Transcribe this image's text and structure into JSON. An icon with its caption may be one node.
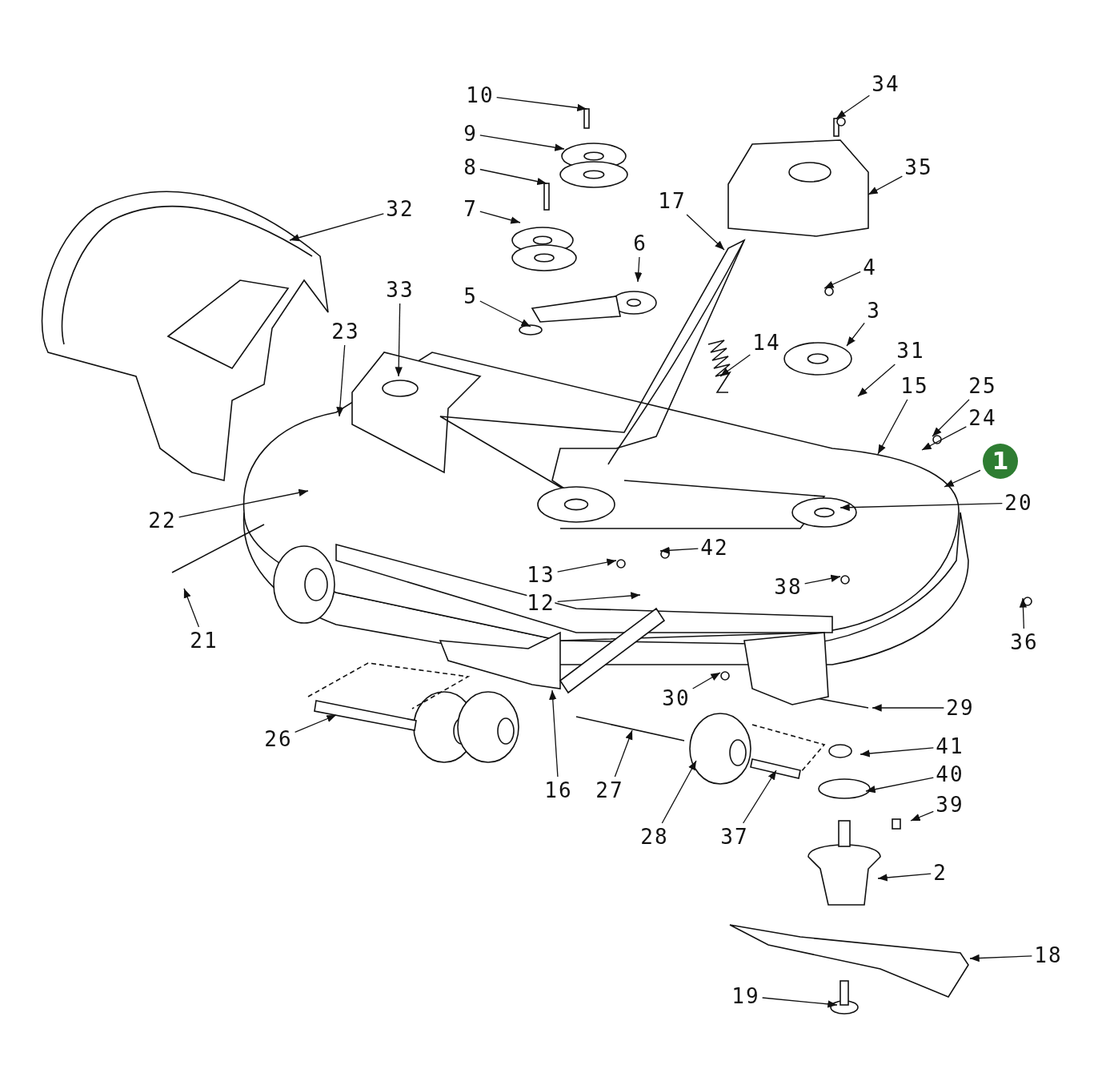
{
  "diagram": {
    "nodes": [
      {
        "text": [
          "34"
        ]
      },
      {
        "text": [
          "10"
        ]
      },
      {
        "text": [
          "9"
        ]
      },
      {
        "text": [
          "8"
        ]
      },
      {
        "text": [
          "35"
        ]
      },
      {
        "text": [
          "17"
        ]
      },
      {
        "text": [
          "32"
        ]
      },
      {
        "text": [
          "7"
        ]
      },
      {
        "text": [
          "6"
        ]
      },
      {
        "text": [
          "4"
        ]
      },
      {
        "text": [
          "33"
        ]
      },
      {
        "text": [
          "5"
        ]
      },
      {
        "text": [
          "3"
        ]
      },
      {
        "text": [
          "23"
        ]
      },
      {
        "text": [
          "14"
        ]
      },
      {
        "text": [
          "31"
        ]
      },
      {
        "text": [
          "15"
        ]
      },
      {
        "text": [
          "25"
        ]
      },
      {
        "text": [
          "24"
        ]
      },
      {
        "text": [
          "1"
        ]
      },
      {
        "text": [
          "20"
        ]
      },
      {
        "text": [
          "22"
        ]
      },
      {
        "text": [
          "42"
        ]
      },
      {
        "text": [
          "13"
        ]
      },
      {
        "text": [
          "38"
        ]
      },
      {
        "text": [
          "12"
        ]
      },
      {
        "text": [
          "21"
        ]
      },
      {
        "text": [
          "36"
        ]
      },
      {
        "text": [
          "30"
        ]
      },
      {
        "text": [
          "29"
        ]
      },
      {
        "text": [
          "26"
        ]
      },
      {
        "text": [
          "41"
        ]
      },
      {
        "text": [
          "40"
        ]
      },
      {
        "text": [
          "16"
        ]
      },
      {
        "text": [
          "27"
        ]
      },
      {
        "text": [
          "39"
        ]
      },
      {
        "text": [
          "28"
        ]
      },
      {
        "text": [
          "37"
        ]
      },
      {
        "text": [
          "2"
        ]
      },
      {
        "text": [
          "18"
        ]
      },
      {
        "text": [
          "19"
        ]
      }
    ],
    "edges": [
      {
        "from": 0,
        "to": null,
        "arrow": "to"
      },
      {
        "from": 1,
        "to": null,
        "arrow": "to"
      },
      {
        "from": 2,
        "to": null,
        "arrow": "to"
      },
      {
        "from": 3,
        "to": null,
        "arrow": "to"
      },
      {
        "from": 4,
        "to": null,
        "arrow": "to"
      },
      {
        "from": 5,
        "to": null,
        "arrow": "to"
      },
      {
        "from": 6,
        "to": null,
        "arrow": "to"
      },
      {
        "from": 7,
        "to": null,
        "arrow": "to"
      },
      {
        "from": 8,
        "to": null,
        "arrow": "to"
      },
      {
        "from": 9,
        "to": null,
        "arrow": "to"
      },
      {
        "from": 10,
        "to": null,
        "arrow": "to"
      },
      {
        "from": 11,
        "to": null,
        "arrow": "to"
      },
      {
        "from": 12,
        "to": null,
        "arrow": "to"
      },
      {
        "from": 13,
        "to": null,
        "arrow": "to"
      },
      {
        "from": 14,
        "to": null,
        "arrow": "to"
      },
      {
        "from": 15,
        "to": null,
        "arrow": "to"
      },
      {
        "from": 16,
        "to": null,
        "arrow": "to"
      },
      {
        "from": 17,
        "to": null,
        "arrow": "to"
      },
      {
        "from": 18,
        "to": null,
        "arrow": "to"
      },
      {
        "from": 19,
        "to": null,
        "arrow": "to"
      },
      {
        "from": 20,
        "to": null,
        "arrow": "to"
      },
      {
        "from": 21,
        "to": null,
        "arrow": "to"
      },
      {
        "from": 22,
        "to": null,
        "arrow": "to"
      },
      {
        "from": 23,
        "to": null,
        "arrow": "to"
      },
      {
        "from": 24,
        "to": null,
        "arrow": "to"
      },
      {
        "from": 25,
        "to": null,
        "arrow": "to"
      },
      {
        "from": 26,
        "to": null,
        "arrow": "to"
      },
      {
        "from": 27,
        "to": null,
        "arrow": "to"
      },
      {
        "from": 28,
        "to": null,
        "arrow": "to"
      },
      {
        "from": 29,
        "to": null,
        "arrow": "to"
      },
      {
        "from": 30,
        "to": null,
        "arrow": "to"
      },
      {
        "from": 31,
        "to": null,
        "arrow": "to"
      },
      {
        "from": 32,
        "to": null,
        "arrow": "to"
      },
      {
        "from": 33,
        "to": null,
        "arrow": "to"
      },
      {
        "from": 34,
        "to": null,
        "arrow": "to"
      },
      {
        "from": 35,
        "to": null,
        "arrow": "to"
      },
      {
        "from": 36,
        "to": null,
        "arrow": "to"
      },
      {
        "from": 37,
        "to": null,
        "arrow": "to"
      },
      {
        "from": 38,
        "to": null,
        "arrow": "to"
      },
      {
        "from": 39,
        "to": null,
        "arrow": "to"
      },
      {
        "from": 40,
        "to": null,
        "arrow": "to"
      }
    ]
  }
}
